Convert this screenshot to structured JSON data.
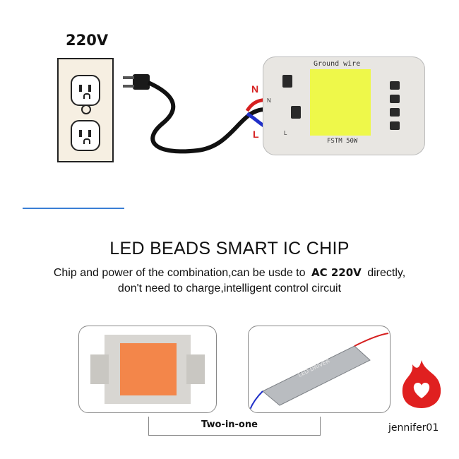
{
  "top_diagram": {
    "voltage_label": "220V",
    "ground_label": "Ground wire",
    "chip_model": "FSTM 50W",
    "n_label": "N",
    "l_label": "L",
    "pcb_n": "N",
    "pcb_l": "L"
  },
  "heading": "LED BEADS SMART IC CHIP",
  "description": {
    "line1_pre": "Chip and power of the combination,can be usde to",
    "line1_highlight": "AC 220V",
    "line1_post": "directly,",
    "line2": "don't need to charge,intelligent control circuit"
  },
  "driver_label": "LED DRIVER",
  "caption": "Two-in-one",
  "watermark": "jennifer01",
  "colors": {
    "led_yellow": "#eef84a",
    "led_orange": "#f3864a",
    "wire_red": "#d62020",
    "wire_blue": "#2030c8",
    "accent_line": "#3a7fd5"
  }
}
